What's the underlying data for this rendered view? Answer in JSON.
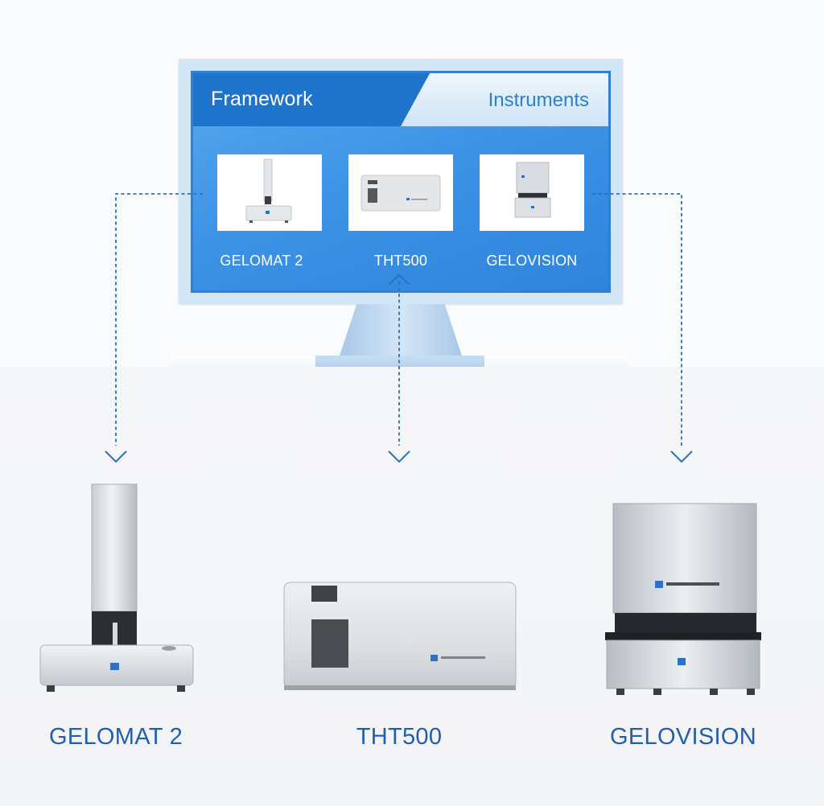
{
  "monitor": {
    "tabs": {
      "framework": "Framework",
      "instruments": "Instruments"
    },
    "thumbnails": [
      {
        "label": "GELOMAT 2"
      },
      {
        "label": "THT500"
      },
      {
        "label": "GELOVISION"
      }
    ]
  },
  "products": [
    {
      "label": "GELOMAT 2"
    },
    {
      "label": "THT500"
    },
    {
      "label": "GELOVISION"
    }
  ],
  "colors": {
    "screen_blue": "#3d94e6",
    "tab_dark_blue": "#1e73cb",
    "connector_blue": "#2b6fc0",
    "label_blue": "#1f5fae"
  },
  "icons": {
    "arrow": "chevron-down-icon"
  }
}
